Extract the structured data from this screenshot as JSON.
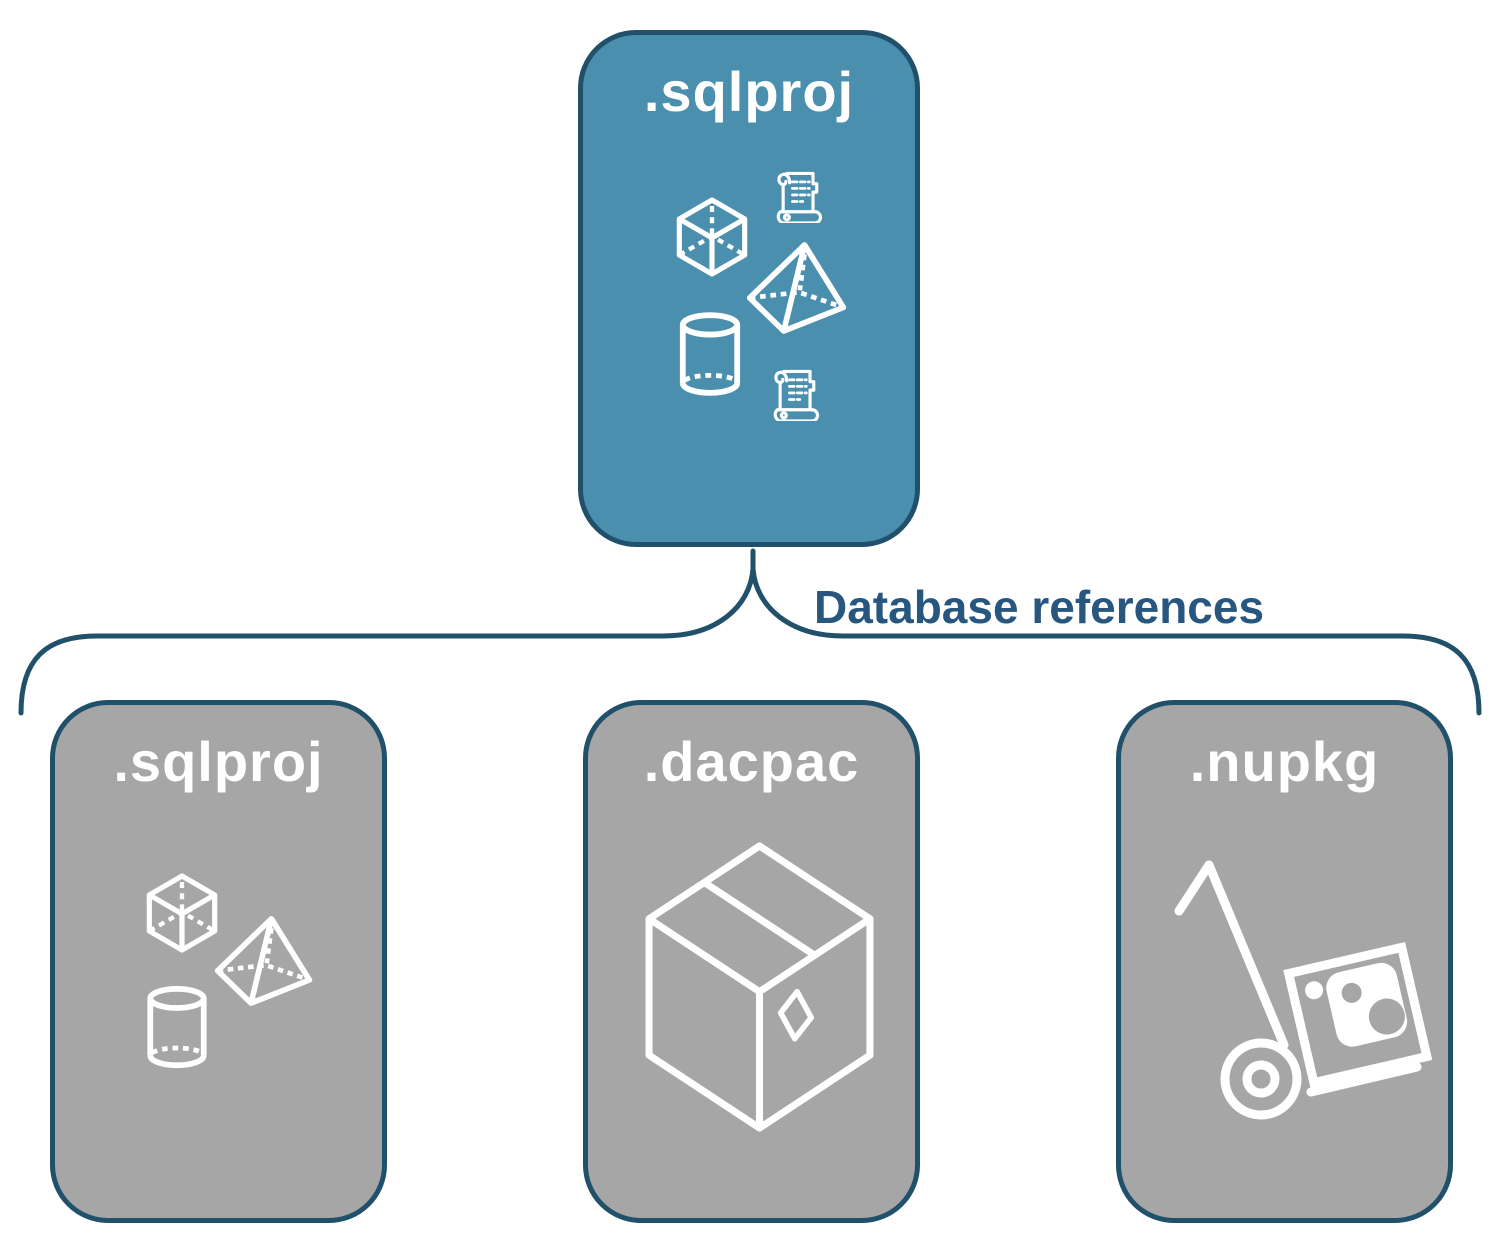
{
  "diagram": {
    "root": {
      "label": ".sqlproj",
      "icons": [
        "scroll-icon",
        "cube-icon",
        "pyramid-icon",
        "cylinder-icon",
        "scroll-icon"
      ]
    },
    "edge": {
      "label": "Database references"
    },
    "children": [
      {
        "label": ".sqlproj",
        "icons": [
          "cube-icon",
          "pyramid-icon",
          "cylinder-icon"
        ]
      },
      {
        "label": ".dacpac",
        "icons": [
          "package-box-icon"
        ]
      },
      {
        "label": ".nupkg",
        "icons": [
          "hand-truck-nuget-icon"
        ]
      }
    ],
    "colors": {
      "root_fill": "#4A8FAD",
      "child_fill": "#A6A6A6",
      "outline": "#21506B",
      "node_label_text": "#FFFFFF",
      "edge_label_text": "#27567E",
      "icon_stroke": "#FFFFFF",
      "background": "#FFFFFF"
    }
  }
}
